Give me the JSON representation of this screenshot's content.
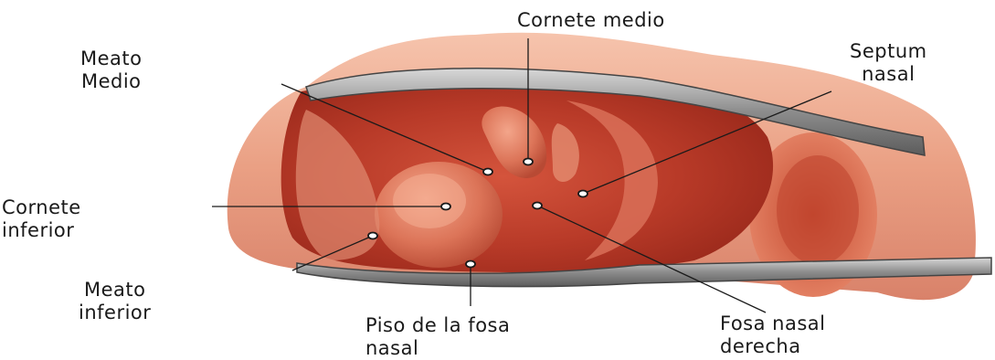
{
  "labels": {
    "cornete_medio": {
      "lines": [
        "Cornete medio"
      ]
    },
    "meato_medio": {
      "lines": [
        "Meato",
        "Medio"
      ]
    },
    "septum_nasal": {
      "lines": [
        "Septum",
        "nasal"
      ]
    },
    "cornete_inferior": {
      "lines": [
        "Cornete",
        "inferior"
      ]
    },
    "meato_inferior": {
      "lines": [
        "Meato",
        "inferior"
      ]
    },
    "piso_fosa": {
      "lines": [
        "Piso de la fosa",
        "nasal"
      ]
    },
    "fosa_derecha": {
      "lines": [
        "Fosa nasal",
        "derecha"
      ]
    }
  },
  "colors": {
    "tissue_light": "#f0b49a",
    "tissue_mid": "#e0866c",
    "tissue_dark": "#b8402e",
    "cavity": "#a83022",
    "speculum": "#8a8a8a",
    "leader": "#1a1a1a"
  }
}
